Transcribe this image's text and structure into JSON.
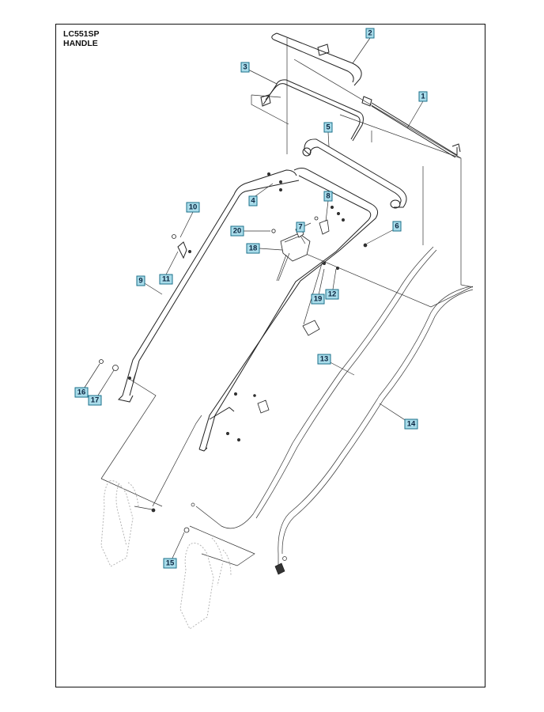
{
  "title": {
    "model": "LC551SP",
    "section": "HANDLE"
  },
  "callouts": [
    {
      "label": "1"
    },
    {
      "label": "2"
    },
    {
      "label": "3"
    },
    {
      "label": "4"
    },
    {
      "label": "5"
    },
    {
      "label": "6"
    },
    {
      "label": "7"
    },
    {
      "label": "8"
    },
    {
      "label": "9"
    },
    {
      "label": "10"
    },
    {
      "label": "11"
    },
    {
      "label": "12"
    },
    {
      "label": "13"
    },
    {
      "label": "14"
    },
    {
      "label": "15"
    },
    {
      "label": "16"
    },
    {
      "label": "17"
    },
    {
      "label": "18"
    },
    {
      "label": "19"
    },
    {
      "label": "20"
    }
  ],
  "colors": {
    "callout_fill": "#a9dcea",
    "callout_border": "#1a6f8a",
    "line": "#222222"
  }
}
